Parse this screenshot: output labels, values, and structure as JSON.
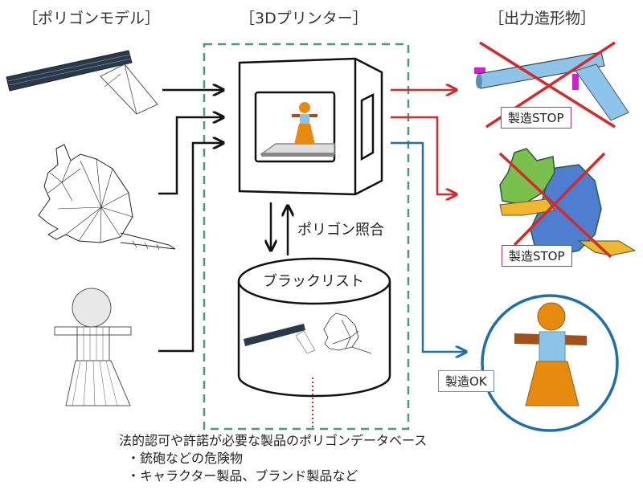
{
  "headers": {
    "polygon_model": "［ポリゴンモデル］",
    "printer": "［3Dプリンター］",
    "output": "［出力造形物］"
  },
  "labels": {
    "polygon_matching": "ポリゴン照合",
    "blacklist": "ブラックリスト"
  },
  "outputs": [
    {
      "name": "gun",
      "status": "製造STOP",
      "result": "stop"
    },
    {
      "name": "mouse",
      "status": "製造STOP",
      "result": "stop"
    },
    {
      "name": "doll",
      "status": "製造OK",
      "result": "ok"
    }
  ],
  "note": {
    "title": "法的認可や許諾が必要な製品のポリゴンデータベース",
    "items": [
      "・銃砲などの危険物",
      "・キャラクター製品、ブランド製品など"
    ]
  },
  "colors": {
    "stop_arrow": "#d42a2a",
    "ok_arrow": "#1f6fa8",
    "dashed_box": "#4a9a7a",
    "cross": "#d42a2a",
    "ok_circle": "#1f6fa8",
    "orange": "#e68a10",
    "light_blue": "#8cc4ea"
  }
}
